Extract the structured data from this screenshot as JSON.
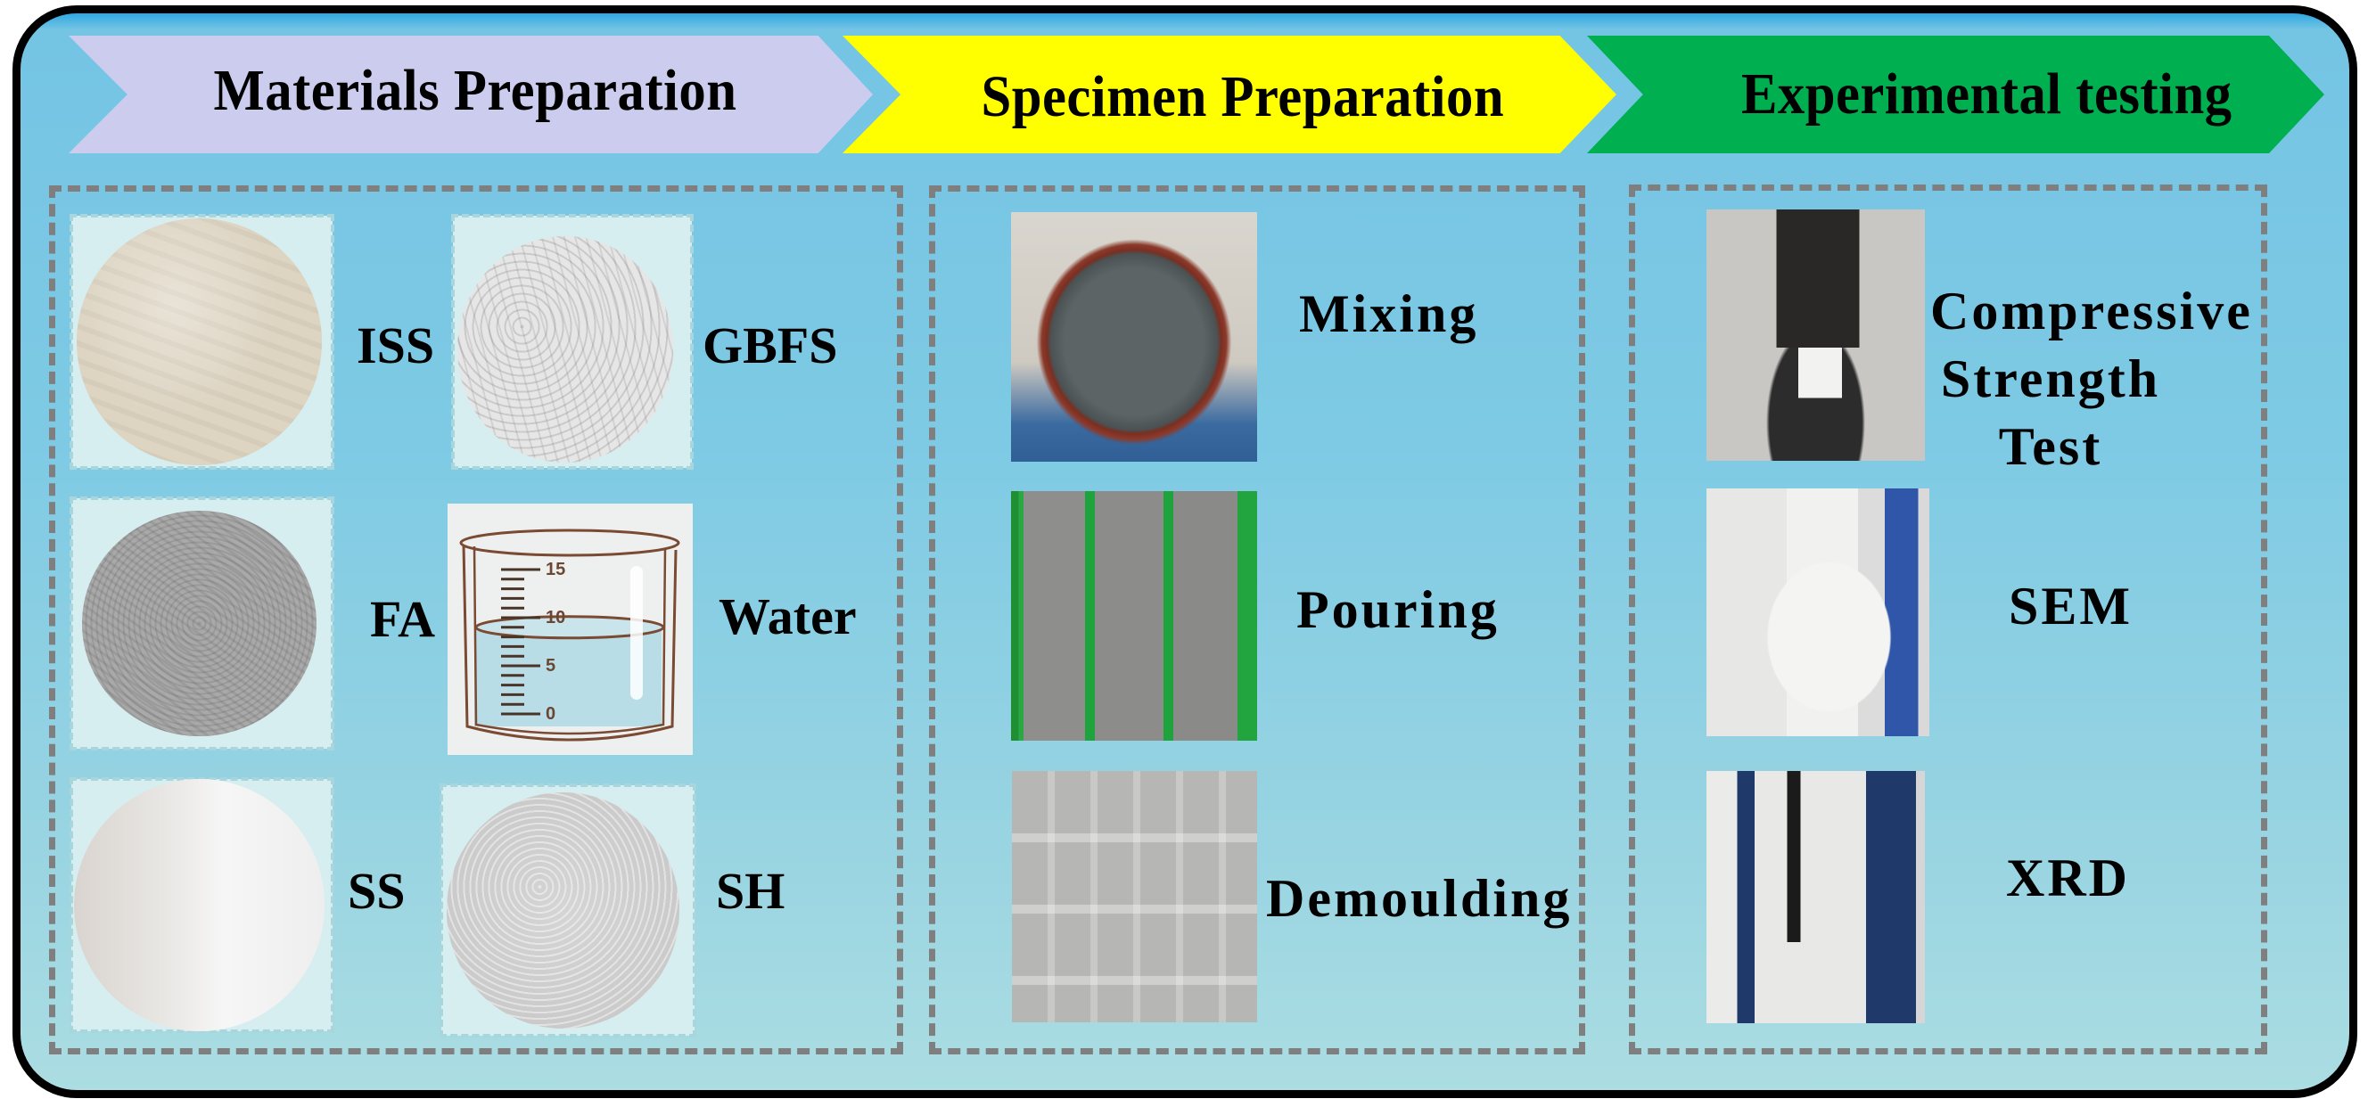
{
  "stages": [
    {
      "title": "Materials Preparation",
      "color": "#CCCDEE"
    },
    {
      "title": "Specimen Preparation",
      "color": "#FFFF00"
    },
    {
      "title": "Experimental testing",
      "color": "#00B050"
    }
  ],
  "materials": [
    {
      "label": "ISS",
      "image": "ISS powder sample"
    },
    {
      "label": "GBFS",
      "image": "GBFS powder sample"
    },
    {
      "label": "FA",
      "image": "FA powder sample"
    },
    {
      "label": "Water",
      "image": "beaker of water"
    },
    {
      "label": "SS",
      "image": "SS powder sample"
    },
    {
      "label": "SH",
      "image": "SH granules sample"
    }
  ],
  "beaker": {
    "scale_labels": [
      "15",
      "10",
      "5",
      "0"
    ],
    "water_level": 9,
    "scale_max": 15
  },
  "specimen_steps": [
    {
      "label": "Mixing",
      "image": "mixing bucket photo"
    },
    {
      "label": "Pouring",
      "image": "pouring into moulds photo"
    },
    {
      "label": "Demoulding",
      "image": "demoulded cube specimens photo"
    }
  ],
  "tests": [
    {
      "label_lines": [
        "Compressive",
        "Strength",
        "Test"
      ],
      "image": "compression test machine photo"
    },
    {
      "label_lines": [
        "SEM"
      ],
      "image": "scanning electron microscope photo"
    },
    {
      "label_lines": [
        "XRD"
      ],
      "image": "X-ray diffractometer photo"
    }
  ],
  "colors": {
    "frame_border": "#000000",
    "background_top": "#74C4E4",
    "background_bottom": "#ABDDE2",
    "panel_border": "#7F7F7F"
  }
}
